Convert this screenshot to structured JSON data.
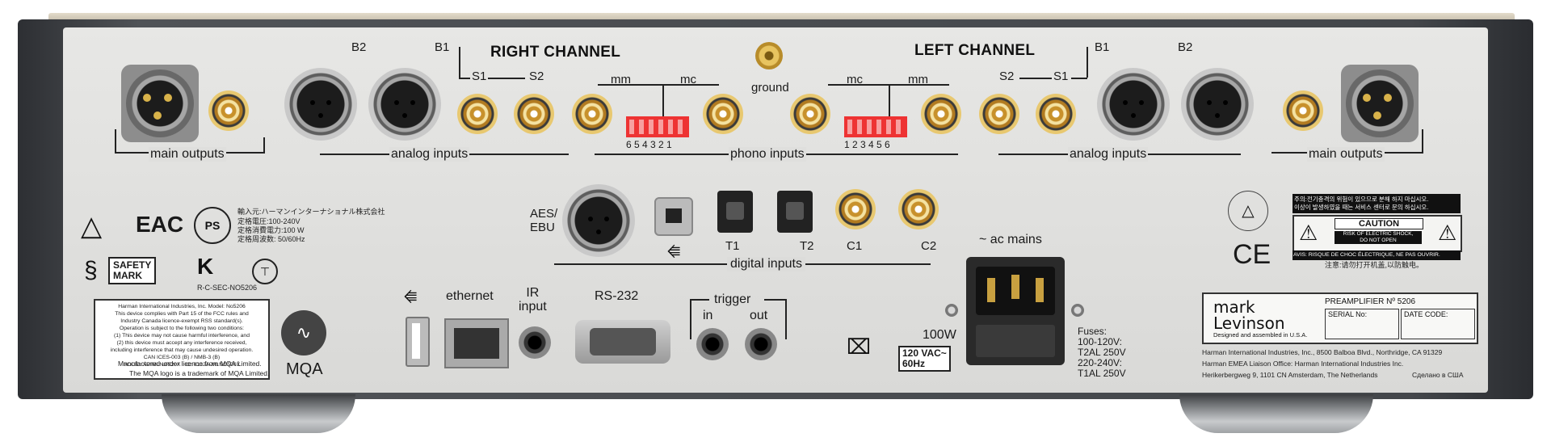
{
  "headers": {
    "right_channel": "RIGHT CHANNEL",
    "left_channel": "LEFT CHANNEL"
  },
  "labels": {
    "b2_r": "B2",
    "b1_r": "B1",
    "s1_r": "S1",
    "s2_r": "S2",
    "mm_r": "mm",
    "mc_r": "mc",
    "ground": "ground",
    "mc_l": "mc",
    "mm_l": "mm",
    "s2_l": "S2",
    "s1_l": "S1",
    "b1_l": "B1",
    "b2_l": "B2",
    "dip_r": "6 5  4 3 2 1",
    "dip_l": "1 2 3 4  5 6",
    "main_outputs_r": "main outputs",
    "analog_inputs_r": "analog inputs",
    "phono_inputs": "phono inputs",
    "analog_inputs_l": "analog inputs",
    "main_outputs_l": "main outputs",
    "aes_ebu": "AES/\nEBU",
    "t1": "T1",
    "t2": "T2",
    "c1": "C1",
    "c2": "C2",
    "digital_inputs": "digital inputs",
    "ac_mains": "~ ac mains",
    "ethernet": "ethernet",
    "ir_input": "IR\ninput",
    "rs232": "RS-232",
    "trigger": "trigger",
    "in": "in",
    "out": "out",
    "watts": "100W",
    "voltage": "120 VAC~\n60Hz",
    "fuses": "Fuses:\n100-120V:\nT2AL 250V\n220-240V:\nT1AL 250V"
  },
  "left_info": {
    "importer": "輸入元:ハーマンインターナショナル株式会社",
    "rating_v": "定格電圧:100-240V",
    "rating_w": "定格消費電力:100 W",
    "rating_hz": "定格周波数: 50/60Hz",
    "eac": "EAC",
    "safety": "SAFETY\nMARK",
    "kc_code": "R-C-SEC-NO5206",
    "fcc_text": "Harman International Industries, Inc. Model: No5206\nThis device complies with Part 15 of the FCC rules and\nIndustry Canada licence-exempt RSS standard(s).\nOperation is subject to the following two conditions:\n(1) This device may not cause harmful interference, and\n(2) this device must accept any interference received,\nincluding interference that may cause undesired operation.\nCAN ICES-003 (B) / NMB-3 (B)\nFCCID: APIMLNO520X   IC: 6132A-MLNO520X",
    "mqa_1": "Manufactured under licence from MQA Limited.",
    "mqa_2": "The MQA logo is a trademark of MQA Limited.",
    "mqa_logo": "MQA"
  },
  "right_info": {
    "korean": "주의:전기충격의 위험이 있으므로 분해 하지 마십시오.\n이상이 발생하였을 때는 서비스 센터로 문의 하십시오.",
    "caution": "CAUTION",
    "caution_sub": "RISK OF ELECTRIC SHOCK,\nDO NOT OPEN",
    "avis": "AVIS: RISQUE DE CHOC ÉLECTRIQUE, NE PAS OUVRIR.",
    "chinese": "注意:请勿打开机盖,以防触电。",
    "ce": "CE",
    "brand_1": "mark",
    "brand_2": "Levinson",
    "designed": "Designed and assembled in U.S.A.",
    "model": "PREAMPLIFIER Nº 5206",
    "serial": "SERIAL No:",
    "date": "DATE CODE:",
    "addr1": "Harman International Industries, Inc., 8500 Balboa Blvd., Northridge, CA 91329",
    "addr2": "Harman EMEA Liaison Office: Harman International Industries Inc.",
    "addr3": "Herikerbergweg 9,  1101 CN Amsterdam, The Netherlands",
    "made": "Сделано в США"
  },
  "colors": {
    "chassis": "#44474b",
    "panel": "#dededc",
    "gold": "#d8a838",
    "dip": "#e33"
  }
}
